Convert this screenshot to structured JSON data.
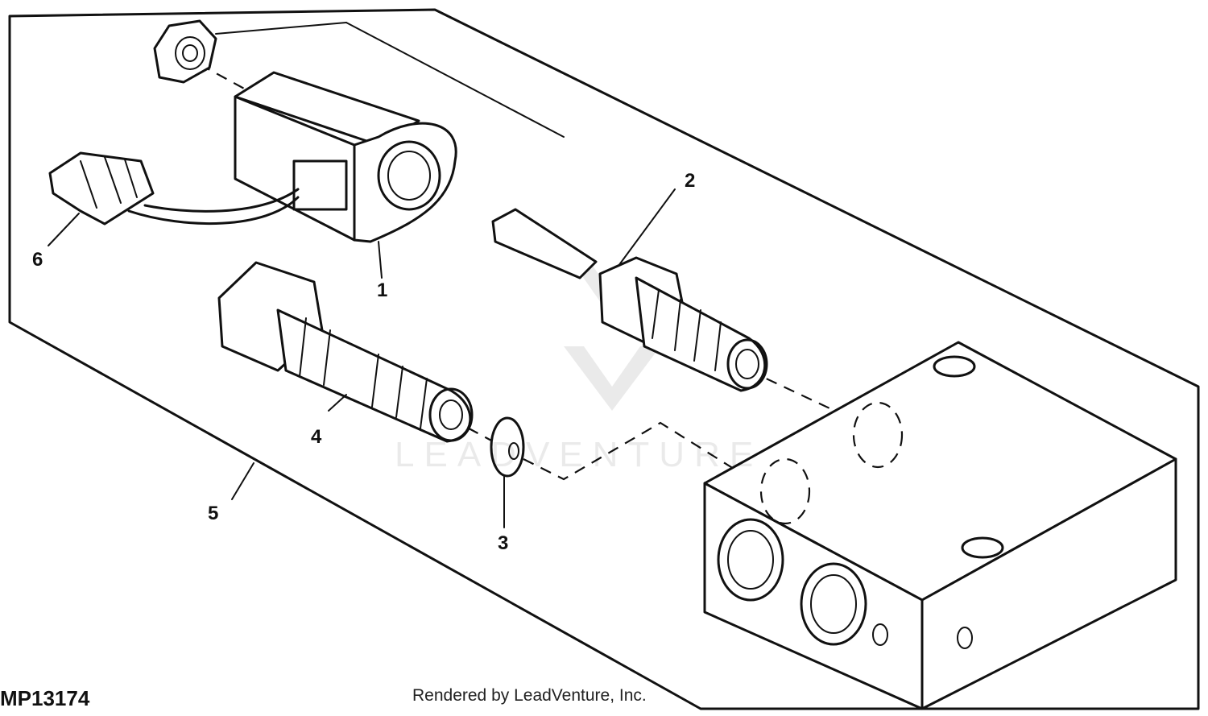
{
  "figure_id": "MP13174",
  "credit": "Rendered by LeadVenture, Inc.",
  "watermark": "LEADVENTURE",
  "callouts": [
    "1",
    "2",
    "3",
    "4",
    "5",
    "6"
  ]
}
